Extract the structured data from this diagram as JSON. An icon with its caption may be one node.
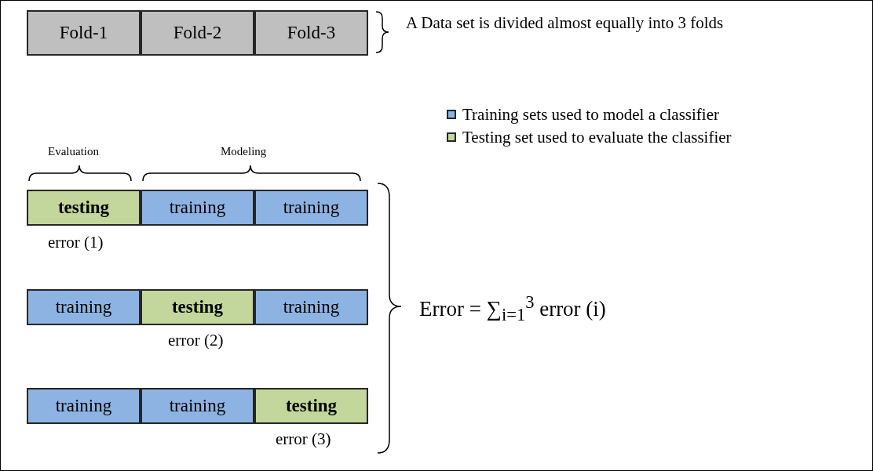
{
  "diagram": {
    "nodes": [
      {
        "text": [
          "Fold-1"
        ]
      },
      {
        "text": [
          "Fold-2"
        ]
      },
      {
        "text": [
          "Fold-3"
        ]
      },
      {
        "text": [
          "testing"
        ],
        "beside": [
          "error (1)"
        ]
      },
      {
        "text": [
          "training"
        ]
      },
      {
        "text": [
          "training"
        ]
      },
      {
        "text": [
          "training"
        ]
      },
      {
        "text": [
          "testing"
        ],
        "beside": [
          "error (2)"
        ]
      },
      {
        "text": [
          "training"
        ]
      },
      {
        "text": [
          "training"
        ]
      },
      {
        "text": [
          "training"
        ]
      },
      {
        "text": [
          "testing"
        ],
        "beside": [
          "error (3)"
        ]
      }
    ],
    "edges": [],
    "labels": [
      "A Data set is divided almost equally into 3 folds",
      "Evaluation",
      "Modeling",
      "Error = ∑$_{i=1}$$^{3}$ error (i)"
    ],
    "legend": [
      {
        "text": "Training sets used to model a classifier",
        "color": "#8db3e2"
      },
      {
        "text": "Testing set used to evaluate the classifier",
        "color": "#c3d69b"
      }
    ]
  }
}
